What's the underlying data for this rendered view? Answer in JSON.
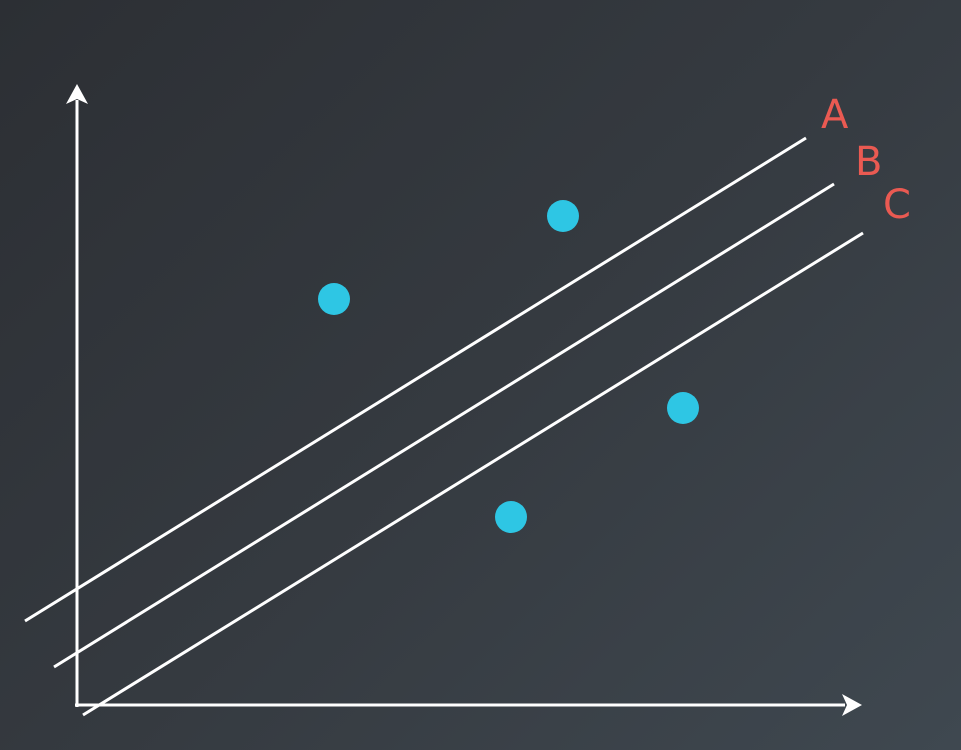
{
  "colors": {
    "axes": "#ffffff",
    "lines": "#ffffff",
    "labels": "#ea5a52",
    "points": "#2ec6e4"
  },
  "lines": [
    {
      "label": "A"
    },
    {
      "label": "B"
    },
    {
      "label": "C"
    }
  ],
  "points_count_shown": 4
}
